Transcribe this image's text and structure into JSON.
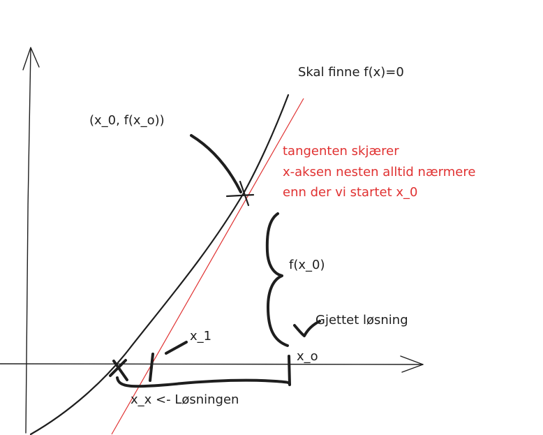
{
  "labels": {
    "goal": "Skal finne f(x)=0",
    "point": "(x_0, f(x_o))",
    "tangent_note_line1": "tangenten skjærer",
    "tangent_note_line2": "x-aksen nesten alltid nærmere",
    "tangent_note_line3": "enn der vi startet x_0",
    "f_value": "f(x_0)",
    "guess": "Gjettet løsning",
    "x1": "x_1",
    "x0": "x_o",
    "solution": "x_x <- Løsningen"
  },
  "colors": {
    "ink": "#1e1e1e",
    "tangent": "#e03131"
  }
}
